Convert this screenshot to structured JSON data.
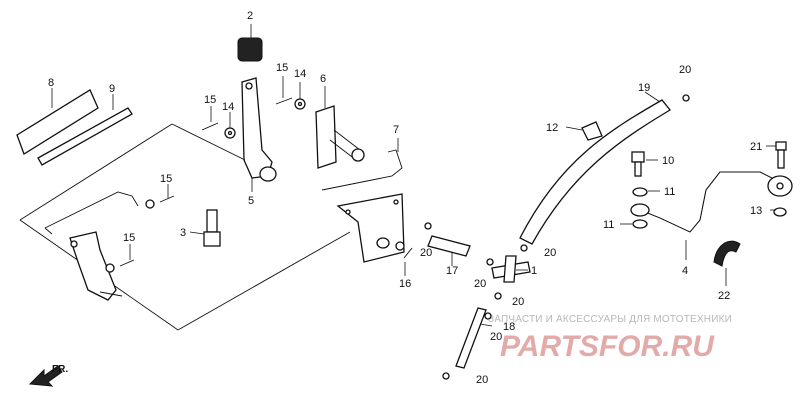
{
  "callouts": {
    "c1": "1",
    "c2": "2",
    "c3": "3",
    "c4": "4",
    "c5": "5",
    "c6": "6",
    "c7": "7",
    "c8": "8",
    "c9": "9",
    "c10": "10",
    "c11a": "11",
    "c11b": "11",
    "c12": "12",
    "c13": "13",
    "c14a": "14",
    "c14b": "14",
    "c15a": "15",
    "c15b": "15",
    "c15c": "15",
    "c15d": "15",
    "c16": "16",
    "c17": "17",
    "c18": "18",
    "c19": "19",
    "c20a": "20",
    "c20b": "20",
    "c20c": "20",
    "c20d": "20",
    "c20e": "20",
    "c20f": "20",
    "c20g": "20",
    "c21": "21",
    "c22": "22"
  },
  "direction": {
    "label": "FR."
  },
  "watermark": {
    "tagline": "ЗАПЧАСТИ И АКСЕССУАРЫ ДЛЯ МОТОТЕХНИКИ",
    "brand": "PARTSFOR.RU"
  },
  "icons": {
    "direction": "arrow-down-left-icon"
  }
}
